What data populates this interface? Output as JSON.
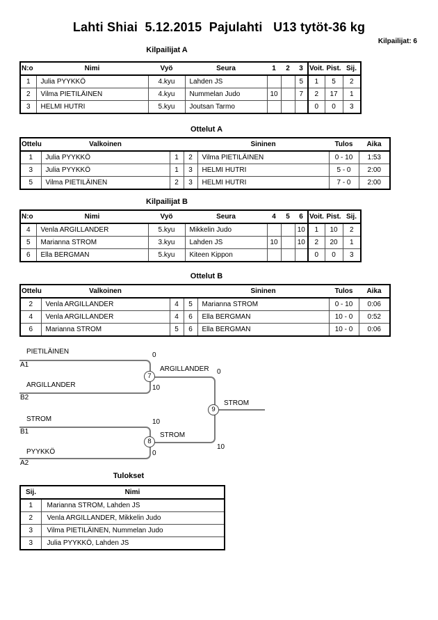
{
  "page": {
    "title": "Lahti Shiai  5.12.2015  Pajulahti   U13 tytöt-36 kg",
    "participants_label": "Kilpailijat: 6"
  },
  "pool_a": {
    "heading": "Kilpailijat A",
    "headers": [
      "N:o",
      "Nimi",
      "Vyö",
      "Seura",
      "1",
      "2",
      "3",
      "Voit.",
      "Pist.",
      "Sij."
    ],
    "rows": [
      [
        "1",
        "Julia PYYKKÖ",
        "4.kyu",
        "Lahden JS",
        "",
        "",
        "5",
        "1",
        "5",
        "2"
      ],
      [
        "2",
        "Vilma PIETILÄINEN",
        "4.kyu",
        "Nummelan Judo",
        "10",
        "",
        "7",
        "2",
        "17",
        "1"
      ],
      [
        "3",
        "HELMI HUTRI",
        "5.kyu",
        "Joutsan Tarmo",
        "",
        "",
        "",
        "0",
        "0",
        "3"
      ]
    ]
  },
  "matches_a": {
    "heading": "Ottelut A",
    "headers": [
      "Ottelu",
      "Valkoinen",
      "",
      "",
      "Sininen",
      "Tulos",
      "Aika"
    ],
    "rows": [
      [
        "1",
        "Julia PYYKKÖ",
        "1",
        "2",
        "Vilma PIETILÄINEN",
        "0 - 10",
        "1:53"
      ],
      [
        "3",
        "Julia PYYKKÖ",
        "1",
        "3",
        "HELMI HUTRI",
        "5 - 0",
        "2:00"
      ],
      [
        "5",
        "Vilma PIETILÄINEN",
        "2",
        "3",
        "HELMI HUTRI",
        "7 - 0",
        "2:00"
      ]
    ]
  },
  "pool_b": {
    "heading": "Kilpailijat B",
    "headers": [
      "N:o",
      "Nimi",
      "Vyö",
      "Seura",
      "4",
      "5",
      "6",
      "Voit.",
      "Pist.",
      "Sij."
    ],
    "rows": [
      [
        "4",
        "Venla ARGILLANDER",
        "5.kyu",
        "Mikkelin Judo",
        "",
        "",
        "10",
        "1",
        "10",
        "2"
      ],
      [
        "5",
        "Marianna STROM",
        "3.kyu",
        "Lahden JS",
        "10",
        "",
        "10",
        "2",
        "20",
        "1"
      ],
      [
        "6",
        "Ella BERGMAN",
        "5.kyu",
        "Kiteen Kippon",
        "",
        "",
        "",
        "0",
        "0",
        "3"
      ]
    ]
  },
  "matches_b": {
    "heading": "Ottelut B",
    "headers": [
      "Ottelu",
      "Valkoinen",
      "",
      "",
      "Sininen",
      "Tulos",
      "Aika"
    ],
    "rows": [
      [
        "2",
        "Venla ARGILLANDER",
        "4",
        "5",
        "Marianna STROM",
        "0 - 10",
        "0:06"
      ],
      [
        "4",
        "Venla ARGILLANDER",
        "4",
        "6",
        "Ella BERGMAN",
        "10 - 0",
        "0:52"
      ],
      [
        "6",
        "Marianna STROM",
        "5",
        "6",
        "Ella BERGMAN",
        "10 - 0",
        "0:06"
      ]
    ]
  },
  "bracket": {
    "semi1": {
      "top_name": "PIETILÄINEN",
      "top_seed": "A1",
      "top_score": "0",
      "bottom_name": "ARGILLANDER",
      "bottom_seed": "B2",
      "bottom_score": "10",
      "match_number": "7",
      "winner_name": "ARGILLANDER",
      "winner_score": "0"
    },
    "semi2": {
      "top_name": "STROM",
      "top_seed": "B1",
      "top_score": "10",
      "bottom_name": "PYYKKÖ",
      "bottom_seed": "A2",
      "bottom_score": "0",
      "match_number": "8",
      "winner_name": "STROM",
      "winner_score": "10"
    },
    "final": {
      "match_number": "9",
      "winner_name": "STROM"
    }
  },
  "results": {
    "heading": "Tulokset",
    "headers": [
      "Sij.",
      "Nimi"
    ],
    "rows": [
      [
        "1",
        "Marianna STROM, Lahden JS"
      ],
      [
        "2",
        "Venla ARGILLANDER, Mikkelin Judo"
      ],
      [
        "3",
        "Vilma PIETILÄINEN, Nummelan Judo"
      ],
      [
        "3",
        "Julia PYYKKÖ, Lahden JS"
      ]
    ]
  }
}
